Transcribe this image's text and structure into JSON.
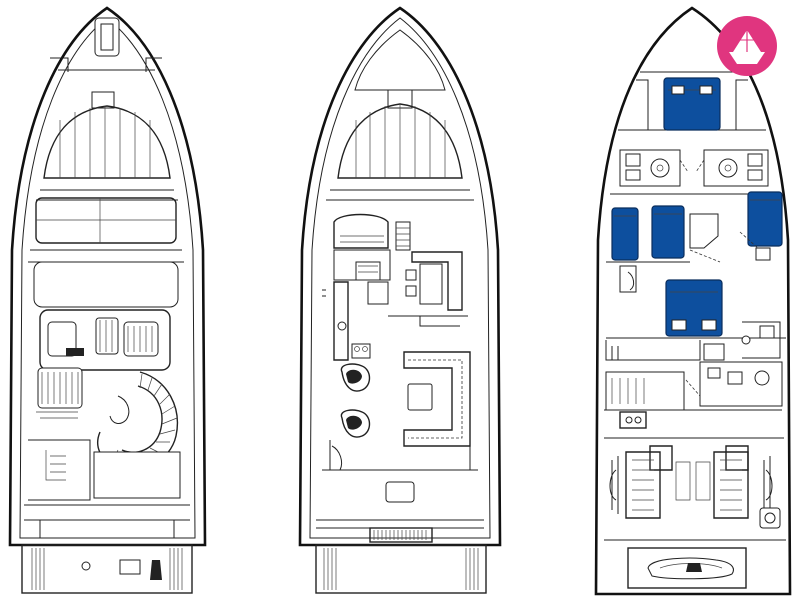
{
  "colors": {
    "outline": "#111111",
    "berth": "#0d4f9e",
    "logo_badge": "#e0357f",
    "background": "#ffffff"
  },
  "views": [
    {
      "id": "flybridge-deck"
    },
    {
      "id": "main-deck"
    },
    {
      "id": "lower-deck"
    }
  ],
  "logo": {
    "icon": "paper-boat-icon"
  }
}
